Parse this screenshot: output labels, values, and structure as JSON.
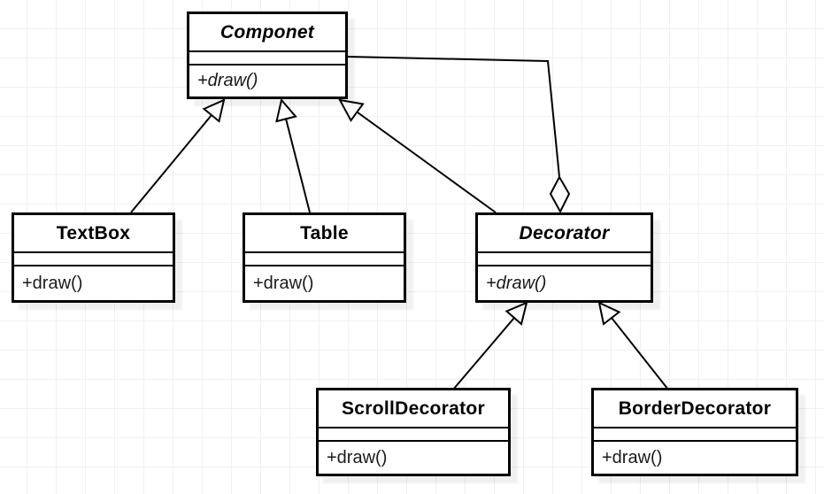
{
  "diagram": {
    "type": "uml-class-diagram",
    "classes": [
      {
        "name": "Componet",
        "abstract": true,
        "attributes": [],
        "methods": [
          "+draw()"
        ]
      },
      {
        "name": "TextBox",
        "abstract": false,
        "attributes": [],
        "methods": [
          "+draw()"
        ]
      },
      {
        "name": "Table",
        "abstract": false,
        "attributes": [],
        "methods": [
          "+draw()"
        ]
      },
      {
        "name": "Decorator",
        "abstract": true,
        "attributes": [],
        "methods": [
          "+draw()"
        ]
      },
      {
        "name": "ScrollDecorator",
        "abstract": false,
        "attributes": [],
        "methods": [
          "+draw()"
        ]
      },
      {
        "name": "BorderDecorator",
        "abstract": false,
        "attributes": [],
        "methods": [
          "+draw()"
        ]
      }
    ],
    "relationships": [
      {
        "type": "generalization",
        "from": "TextBox",
        "to": "Componet",
        "marker": "hollow-triangle"
      },
      {
        "type": "generalization",
        "from": "Table",
        "to": "Componet",
        "marker": "hollow-triangle"
      },
      {
        "type": "generalization",
        "from": "Decorator",
        "to": "Componet",
        "marker": "hollow-triangle"
      },
      {
        "type": "aggregation",
        "from": "Componet",
        "to": "Decorator",
        "marker": "hollow-diamond",
        "diamond_at": "Decorator"
      },
      {
        "type": "generalization",
        "from": "ScrollDecorator",
        "to": "Decorator",
        "marker": "hollow-triangle"
      },
      {
        "type": "generalization",
        "from": "BorderDecorator",
        "to": "Decorator",
        "marker": "hollow-triangle"
      }
    ],
    "colors": {
      "stroke": "#000000",
      "fill": "#ffffff",
      "grid": "#f0f0f0",
      "shadow": "rgba(0,0,0,0.06)"
    }
  }
}
